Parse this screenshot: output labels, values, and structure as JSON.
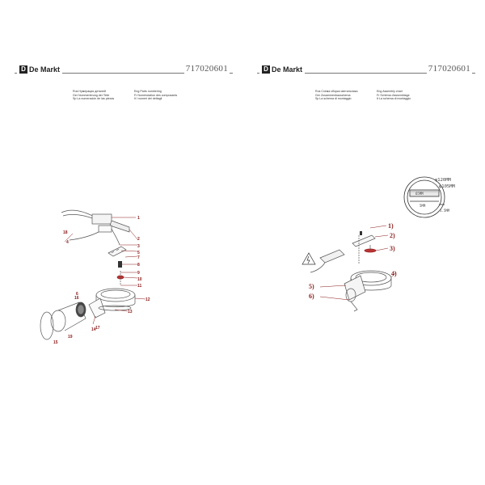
{
  "pages": [
    {
      "logo": {
        "mark": "D",
        "text": "De Markt",
        "icon": "de-markt-logo-icon"
      },
      "code": "717020601",
      "lines": [
        [
          "Rus Нумерация деталей",
          "Eng Parts numbering"
        ],
        [
          "Ger Nummerierung der Teile",
          "Fr Numérotation des composants"
        ],
        [
          "Sp La numeración de las piezas",
          "It I numeri dei dettagli"
        ]
      ],
      "part_numbers": [
        "1",
        "2",
        "3",
        "4",
        "5",
        "6",
        "7",
        "8",
        "9",
        "10",
        "11",
        "12",
        "13",
        "14",
        "15",
        "16",
        "17",
        "18",
        "19"
      ]
    },
    {
      "logo": {
        "mark": "D",
        "text": "De Markt",
        "icon": "de-markt-logo-icon"
      },
      "code": "717020601",
      "lines": [
        [
          "Rus Схема сборки светильника",
          "Eng Assembly chart"
        ],
        [
          "Ger Zusammenbauschema",
          "Fr Schéma d'assemblage"
        ],
        [
          "Sp La schema di montaggio",
          "It La schema di montaggio"
        ]
      ],
      "step_labels": [
        "1)",
        "2)",
        "3)",
        "4)",
        "5)",
        "6)"
      ],
      "dimensions": [
        "φ120MM",
        "φ105MM",
        "65MM",
        "5MM",
        "1.5MM"
      ]
    }
  ]
}
